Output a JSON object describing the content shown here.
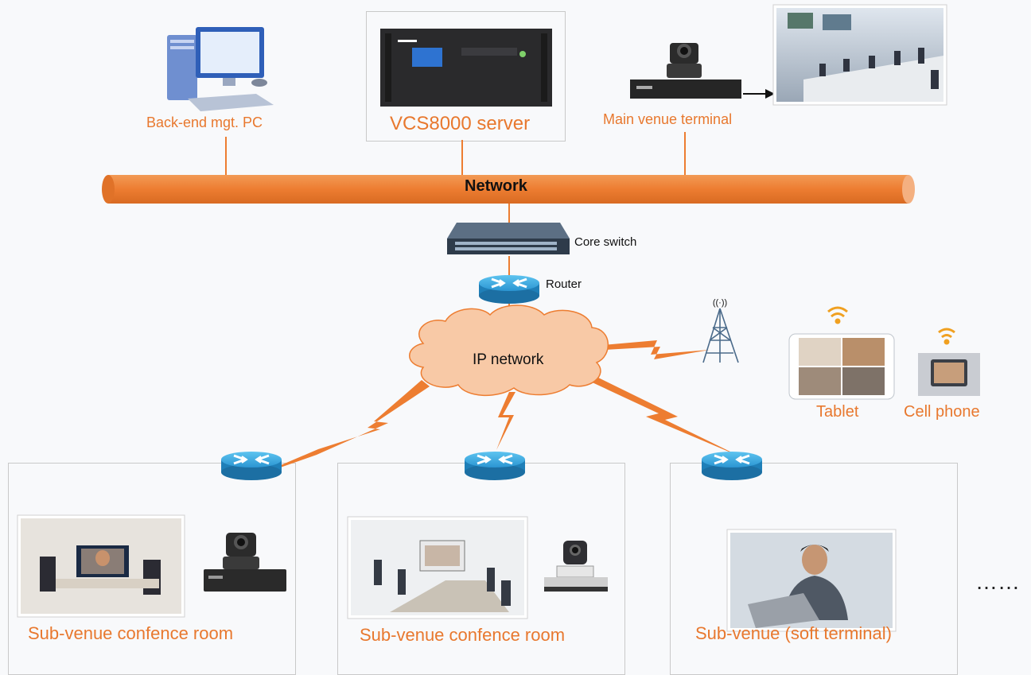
{
  "top_nodes": {
    "pc": "Back-end mgt. PC",
    "server": "VCS8000 server",
    "main_venue": "Main venue terminal"
  },
  "network_bus": "Network",
  "core_switch": "Core switch",
  "router": "Router",
  "ip_network": "IP network",
  "mobile": {
    "tablet": "Tablet",
    "cell_phone": "Cell phone"
  },
  "sub_venues": [
    "Sub-venue confence room",
    "Sub-venue confence room",
    "Sub-venue (soft terminal)"
  ],
  "more_indicator": "……",
  "colors": {
    "accent": "#ed7d31",
    "label": "#e8782e",
    "router": "#2e9fd8",
    "box_border": "#c9c9c9"
  }
}
